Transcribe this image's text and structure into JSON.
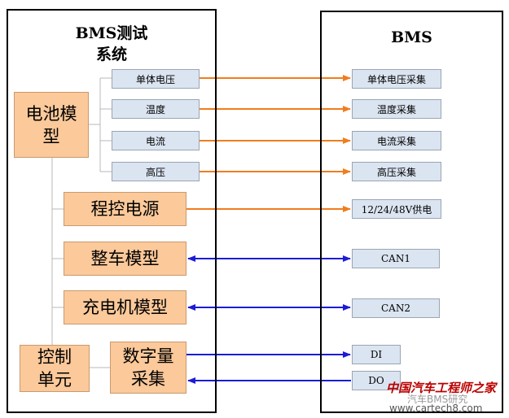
{
  "left_panel": {
    "title": "BMS测试\n系统"
  },
  "right_panel": {
    "title": "BMS"
  },
  "battery_model": {
    "label": "电池模\n型"
  },
  "signals": [
    {
      "source": "单体电压",
      "target": "单体电压采集"
    },
    {
      "source": "温度",
      "target": "温度采集"
    },
    {
      "source": "电流",
      "target": "电流采集"
    },
    {
      "source": "高压",
      "target": "高压采集"
    }
  ],
  "power_supply": {
    "label": "程控电源",
    "target": "12/24/48V供电"
  },
  "vehicle_model": {
    "label": "整车模型",
    "target": "CAN1"
  },
  "charger_model": {
    "label": "充电机模型",
    "target": "CAN2"
  },
  "control_unit": {
    "label": "控制\n单元"
  },
  "digital_io": {
    "label": "数字量\n采集",
    "di": "DI",
    "do": "DO"
  },
  "watermark": {
    "cn": "中国汽车工程师之家",
    "wechat": "汽车BMS研究",
    "url": "www.cartech8.com"
  },
  "colors": {
    "orange_arrow": "#f07d1e",
    "blue_arrow": "#1c1cd6",
    "orange_box": "#fbc99a",
    "blue_box": "#dbe5f1"
  }
}
